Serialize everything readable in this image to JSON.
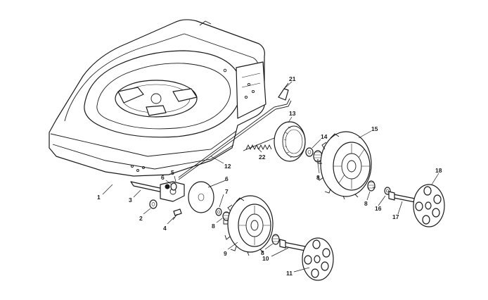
{
  "diagram": {
    "callouts": [
      {
        "id": "c1",
        "text": "1"
      },
      {
        "id": "c2",
        "text": "2"
      },
      {
        "id": "c3",
        "text": "3"
      },
      {
        "id": "c4",
        "text": "4"
      },
      {
        "id": "c5",
        "text": "5"
      },
      {
        "id": "c6a",
        "text": "6"
      },
      {
        "id": "c6b",
        "text": "6"
      },
      {
        "id": "c7",
        "text": "7"
      },
      {
        "id": "c8a",
        "text": "8"
      },
      {
        "id": "c8b",
        "text": "8"
      },
      {
        "id": "c8c",
        "text": "8"
      },
      {
        "id": "c8d",
        "text": "8"
      },
      {
        "id": "c9",
        "text": "9"
      },
      {
        "id": "c10",
        "text": "10"
      },
      {
        "id": "c11",
        "text": "11"
      },
      {
        "id": "c12",
        "text": "12"
      },
      {
        "id": "c13",
        "text": "13"
      },
      {
        "id": "c14",
        "text": "14"
      },
      {
        "id": "c15",
        "text": "15"
      },
      {
        "id": "c16",
        "text": "16"
      },
      {
        "id": "c17",
        "text": "17"
      },
      {
        "id": "c18",
        "text": "18"
      },
      {
        "id": "c21",
        "text": "21"
      },
      {
        "id": "c22",
        "text": "22"
      }
    ]
  }
}
